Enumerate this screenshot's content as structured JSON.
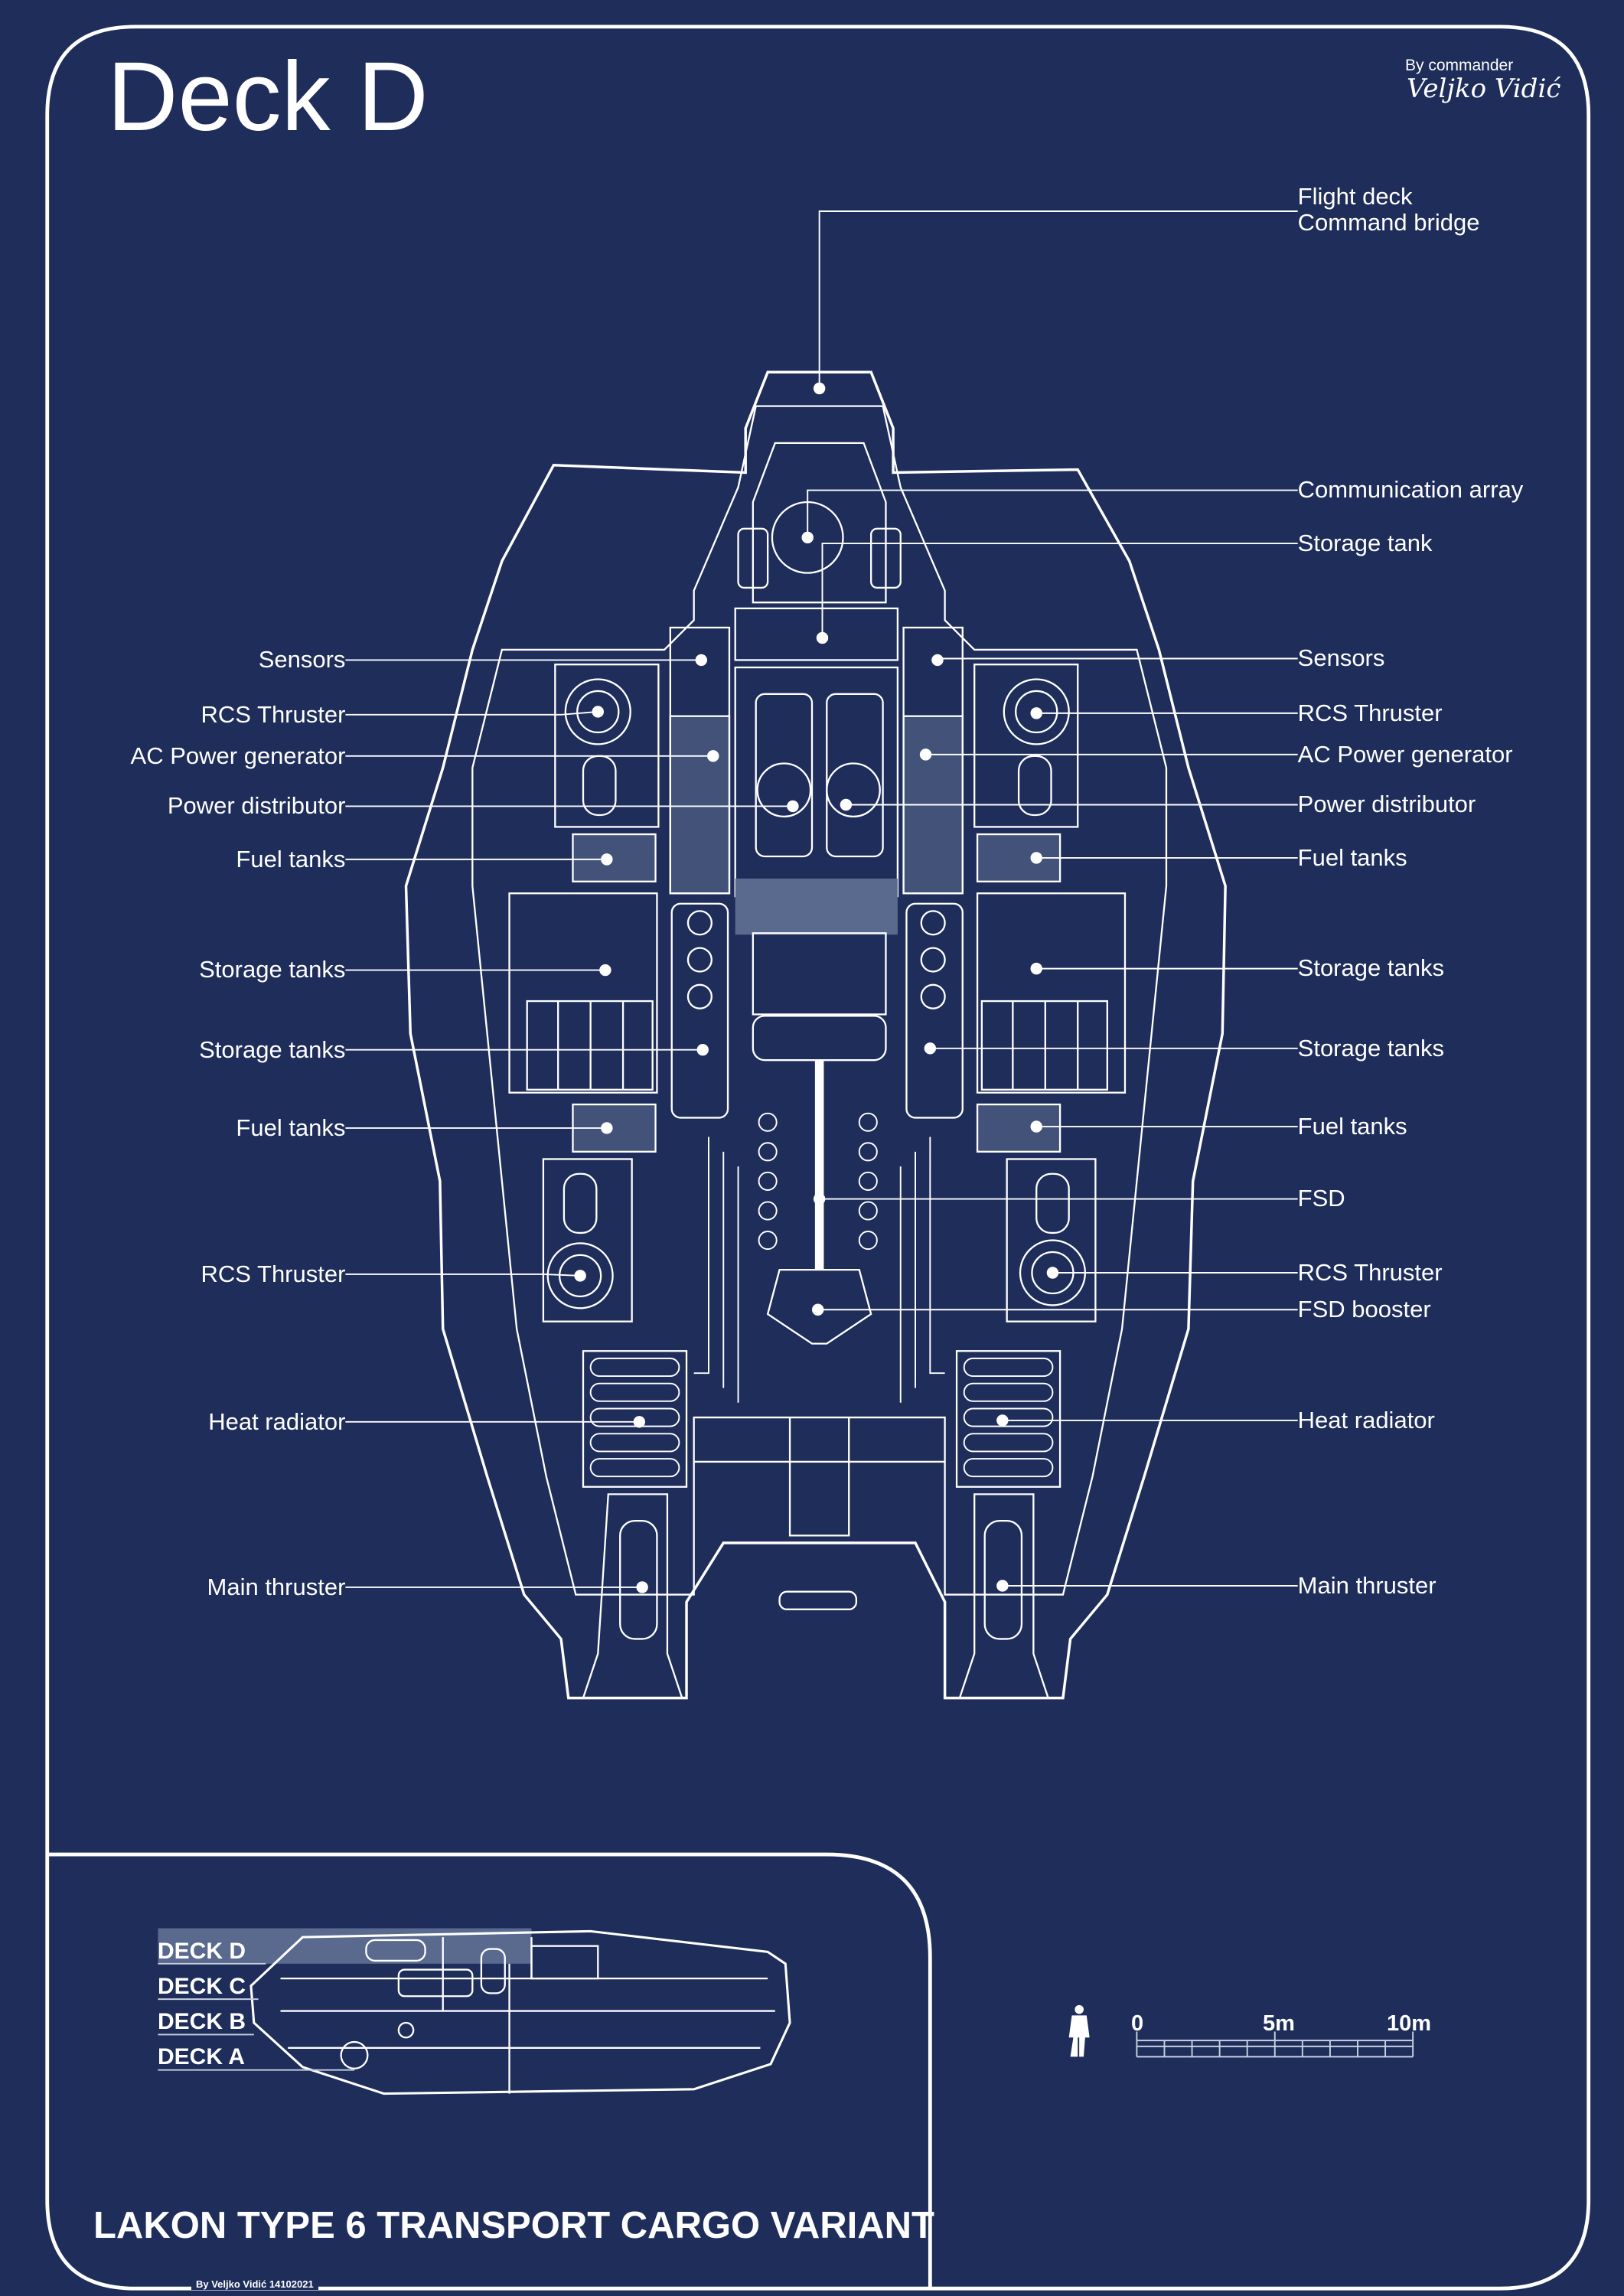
{
  "header": {
    "title": "Deck D",
    "credit_prefix": "By commander",
    "credit_signature": "Veljko Vidić"
  },
  "labels_left": [
    "Sensors",
    "RCS Thruster",
    "AC Power generator",
    "Power distributor",
    "Fuel tanks",
    "Storage tanks",
    "Storage tanks",
    "Fuel tanks",
    "RCS Thruster",
    "Heat radiator",
    "Main thruster"
  ],
  "labels_right": [
    "Flight deck",
    "Command bridge",
    "Communication array",
    "Storage tank",
    "Sensors",
    "RCS Thruster",
    "AC Power generator",
    "Power distributor",
    "Fuel tanks",
    "Storage tanks",
    "Storage tanks",
    "Fuel tanks",
    "FSD",
    "RCS Thruster",
    "FSD booster",
    "Heat radiator",
    "Main thruster"
  ],
  "deck_selector": {
    "decks": [
      "DECK D",
      "DECK C",
      "DECK B",
      "DECK A"
    ],
    "selected": "DECK D"
  },
  "scale_bar": {
    "ticks": [
      "0",
      "5m",
      "10m"
    ]
  },
  "product_title": "LAKON TYPE 6 TRANSPORT CARGO VARIANT",
  "footer": "By Veljko Vidić 14102021",
  "colors": {
    "background": "#1e2d5a",
    "line": "#ffffff",
    "highlight": "#5a6a8e"
  }
}
